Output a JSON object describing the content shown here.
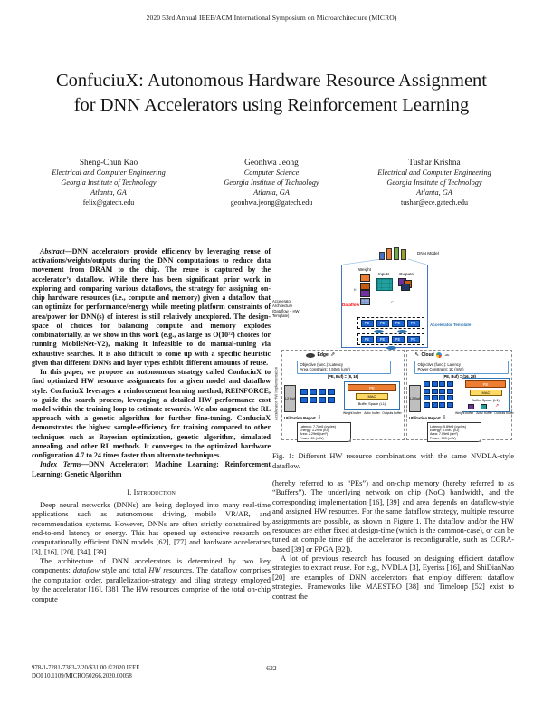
{
  "page": {
    "header": "2020 53rd Annual IEEE/ACM International Symposium on Microarchitecture (MICRO)",
    "footer_line1": "978-1-7281-7383-2/20/$31.00 ©2020 IEEE",
    "footer_line2": "DOI 10.1109/MICRO50266.2020.00058",
    "page_number": "622"
  },
  "title": "ConfuciuX: Autonomous Hardware Resource Assignment for DNN Accelerators using Reinforcement Learning",
  "authors": [
    {
      "name": "Sheng-Chun Kao",
      "dept": "Electrical and Computer Engineering",
      "inst": "Georgia Institute of Technology",
      "city": "Atlanta, GA",
      "email": "felix@gatech.edu"
    },
    {
      "name": "Geonhwa Jeong",
      "dept": "Computer Science",
      "inst": "Georgia Institute of Technology",
      "city": "Atlanta, GA",
      "email": "geonhwa.jeong@gatech.edu"
    },
    {
      "name": "Tushar Krishna",
      "dept": "Electrical and Computer Engineering",
      "inst": "Georgia Institute of Technology",
      "city": "Atlanta, GA",
      "email": "tushar@ece.gatech.edu"
    }
  ],
  "abstract": {
    "lead": "Abstract",
    "p1": "—DNN accelerators provide efficiency by leveraging reuse of activations/weights/outputs during the DNN computations to reduce data movement from DRAM to the chip. The reuse is captured by the accelerator’s dataflow. While there has been significant prior work in exploring and comparing various dataflows, the strategy for assigning on-chip hardware resources (i.e., compute and memory) given a dataflow that can optimize for performance/energy while meeting platform constraints of area/power for DNN(s) of interest is still relatively unexplored. The design-space of choices for balancing compute and memory explodes combinatorially, as we show in this work (e.g., as large as O(10⁷²) choices for running MobileNet-V2), making it infeasible to do manual-tuning via exhaustive searches. It is also difficult to come up with a specific heuristic given that different DNNs and layer types exhibit different amounts of reuse.",
    "p2": "In this paper, we propose an autonomous strategy called ConfuciuX to find optimized HW resource assignments for a given model and dataflow style. ConfuciuX leverages a reinforcement learning method, REINFORCE, to guide the search process, leveraging a detailed HW performance cost model within the training loop to estimate rewards. We also augment the RL approach with a genetic algorithm for further fine-tuning. ConfuciuX demonstrates the highest sample-efficiency for training compared to other techniques such as Bayesian optimization, genetic algorithm, simulated annealing, and other RL methods. It converges to the optimized hardware configuration 4.7 to 24 times faster than alternate techniques.",
    "index_lead": "Index Terms",
    "index_terms": "—DNN Accelerator; Machine Learning; Reinforcement Learning; Genetic Algorithm"
  },
  "section1": {
    "heading": "I. Introduction",
    "p1": "Deep neural networks (DNNs) are being deployed into many real-time applications such as autonomous driving, mobile VR/AR, and recommendation systems. However, DNNs are often strictly constrained by end-to-end latency or energy. This has opened up extensive research on computationally efficient DNN models [62], [77] and hardware accelerators [3], [16], [20], [34], [39].",
    "p2a": "The architecture of DNN accelerators is determined by two key components: ",
    "p2b": "dataflow",
    "p2c": " style and total ",
    "p2d": "HW resources",
    "p2e": ". The dataflow comprises the computation order, parallelization-strategy, and tiling strategy employed by the accelerator [16], [38]. The HW resources comprise of the total on-chip compute"
  },
  "right_column": {
    "p1": "(hereby referred to as “PEs”) and on-chip memory (hereby referred to as “Buffers”). The underlying network on chip (NoC) bandwidth, and the corresponding implementation [16], [39] and area depends on dataflow-style and assigned HW resources. For the same dataflow strategy, multiple resource assignments are possible, as shown in Figure 1. The dataflow and/or the HW resources are either fixed at design-time (which is the common-case), or can be tuned at compile time (if the accelerator is reconfigurable, such as CGRA-based [39] or FPGA [92]).",
    "p2": "A lot of previous research has focused on designing efficient dataflow strategies to extract reuse. For e.g., NVDLA [3], Eyeriss [16], and ShiDianNao [20] are examples of DNN accelerators that employ different dataflow strategies. Frameworks like MAESTRO [38] and Timeloop [52] exist to contrast the"
  },
  "figure": {
    "caption": "Fig. 1: Different HW resource combinations with the same NVDLA-style dataflow.",
    "dnn_model": "DNN Model",
    "weight": "Weight",
    "inputs": "Inputs",
    "outputs": "Outputs",
    "dataflow": "Dataflow",
    "dim_k": "K",
    "dim_c": "C",
    "pe": "PE",
    "arch_label": "Accelerator Architecture (Dataflow + HW Template)",
    "template_label": "Accelerator Template",
    "impl_label": "Accelerator HW Implementation",
    "edge": {
      "title": "Edge",
      "obj1": "Objective (func.): Latency",
      "obj2": "Area Constraint: 2.50e6 (um²)",
      "config": "(PE, Buf) = (8, 16)",
      "l2": "L2 Buf",
      "mac": "MAC",
      "l1": "Buffer Space (L1)",
      "buffers": [
        "Weight buffer",
        "Activ. buffer",
        "Outputs buffer"
      ],
      "report_title": "Utilization Report",
      "report": [
        "Latency: 7.78e6 (cycles)",
        "Energy: 3.29e6 (nJ)",
        "Area: 2.29e6 (um²)",
        "Power: 69 (mW)"
      ]
    },
    "cloud": {
      "title": "Cloud",
      "obj1": "Objective (func.): Latency",
      "obj2": "Power Constraint: 1K (mW)",
      "config": "(PE, Buf) = (16, 28)",
      "l2": "L2 Buf",
      "mac": "MAC",
      "l1": "Buffer Space (L1)",
      "buffers": [
        "Weight buffer",
        "Activ. buffer",
        "Outputs buffer"
      ],
      "report_title": "Utilization Report",
      "report": [
        "Latency: 5.89e5 (cycles)",
        "Energy: 8.09e7 (nJ)",
        "Area: 7.09e6 (um²)",
        "Power: 953 (mW)"
      ]
    },
    "colors": {
      "pe_blue": "#1c64d1",
      "accent_blue": "#2e74b5",
      "orange": "#ed7d31",
      "mac_yellow": "#ffd966",
      "purple": "#7030a0",
      "teal": "#21a0a0",
      "dataflow_red": "#ff0000"
    }
  }
}
